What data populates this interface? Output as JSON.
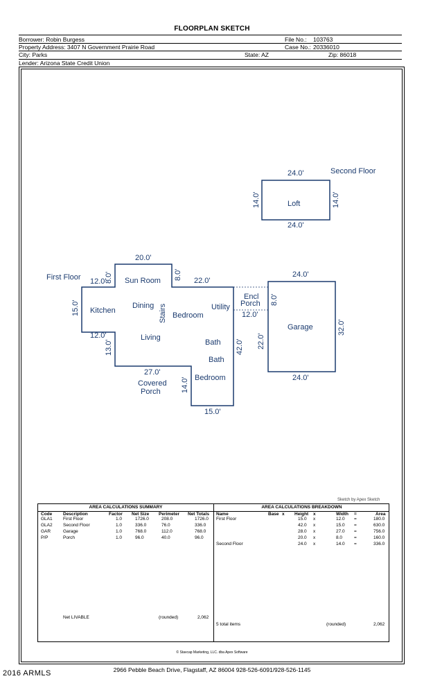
{
  "title": "FLOORPLAN SKETCH",
  "header": {
    "borrower": "Borrower: Robin Burgess",
    "file_no_label": "File No.:",
    "file_no": "103763",
    "address": "Property Address: 3407 N Government Prairie Road",
    "case_no_label": "Case No.:",
    "case_no": "20336010",
    "city": "City: Parks",
    "state": "State: AZ",
    "zip": "Zip: 86018",
    "lender": "Lender: Arizona State Credit Union"
  },
  "plan": {
    "second_floor": "Second Floor",
    "first_floor": "First Floor",
    "loft": "Loft",
    "sun_room": "Sun Room",
    "kitchen": "Kitchen",
    "dining": "Dining",
    "stairs": "Stairs",
    "bedroom1": "Bedroom",
    "utility": "Utility",
    "encl": "Encl",
    "porch": "Porch",
    "living": "Living",
    "bath1": "Bath",
    "bath2": "Bath",
    "bedroom2": "Bedroom",
    "covered": "Covered",
    "covered_porch": "Porch",
    "garage": "Garage",
    "dims": {
      "loft_top": "24.0'",
      "loft_bottom": "24.0'",
      "loft_left": "14.0'",
      "loft_right": "14.0'",
      "sun_top": "20.0'",
      "sun_left": "8.0'",
      "sun_right": "8.0'",
      "kit_top": "12.0'",
      "kit_left": "15.0'",
      "kit_bottom": "12.0'",
      "top_right": "22.0'",
      "living_left": "13.0'",
      "living_bottom": "27.0'",
      "bed_left": "14.0'",
      "bottom": "15.0'",
      "right": "42.0'",
      "encl_right": "8.0'",
      "encl_bottom": "12.0'",
      "gar_top": "24.0'",
      "gar_bottom": "24.0'",
      "gar_left": "22.0'",
      "gar_right": "32.0'"
    }
  },
  "sketch_by": "Sketch by Apex Sketch",
  "summary": {
    "title": "AREA CALCULATIONS SUMMARY",
    "headers": [
      "Code",
      "Description",
      "Factor",
      "Net Size",
      "Perimeter",
      "Net Totals"
    ],
    "rows": [
      [
        "GLA1",
        "First Floor",
        "1.0",
        "1726.0",
        "208.0",
        "1726.0"
      ],
      [
        "GLA2",
        "Second Floor",
        "1.0",
        "336.0",
        "76.0",
        "336.0"
      ],
      [
        "GAR",
        "Garage",
        "1.0",
        "768.0",
        "112.0",
        "768.0"
      ],
      [
        "P/P",
        "Porch",
        "1.0",
        "96.0",
        "40.0",
        "96.0"
      ]
    ],
    "net_livable": "Net LIVABLE",
    "rounded": "(rounded)",
    "net_value": "2,062"
  },
  "breakdown": {
    "title": "AREA CALCULATIONS BREAKDOWN",
    "headers": [
      "Name",
      "Base",
      "x",
      "Height",
      "x",
      "Width",
      "=",
      "Area"
    ],
    "rows": [
      [
        "First Floor",
        "15.0",
        "x",
        "12.0",
        "=",
        "180.0"
      ],
      [
        "",
        "42.0",
        "x",
        "15.0",
        "=",
        "630.0"
      ],
      [
        "",
        "28.0",
        "x",
        "27.0",
        "=",
        "756.0"
      ],
      [
        "",
        "20.0",
        "x",
        "8.0",
        "=",
        "160.0"
      ],
      [
        "Second Floor",
        "24.0",
        "x",
        "14.0",
        "=",
        "336.0"
      ]
    ],
    "total_items": "5 total items",
    "rounded": "(rounded)",
    "total_value": "2,062"
  },
  "copyright": "© Stavcap Marketing, LLC. dba Apex Software",
  "footer": "2966 Pebble Beach Drive, Flagstaff, AZ 86004   928-526-6091/928-526-1145",
  "mls": "2016 ARMLS"
}
